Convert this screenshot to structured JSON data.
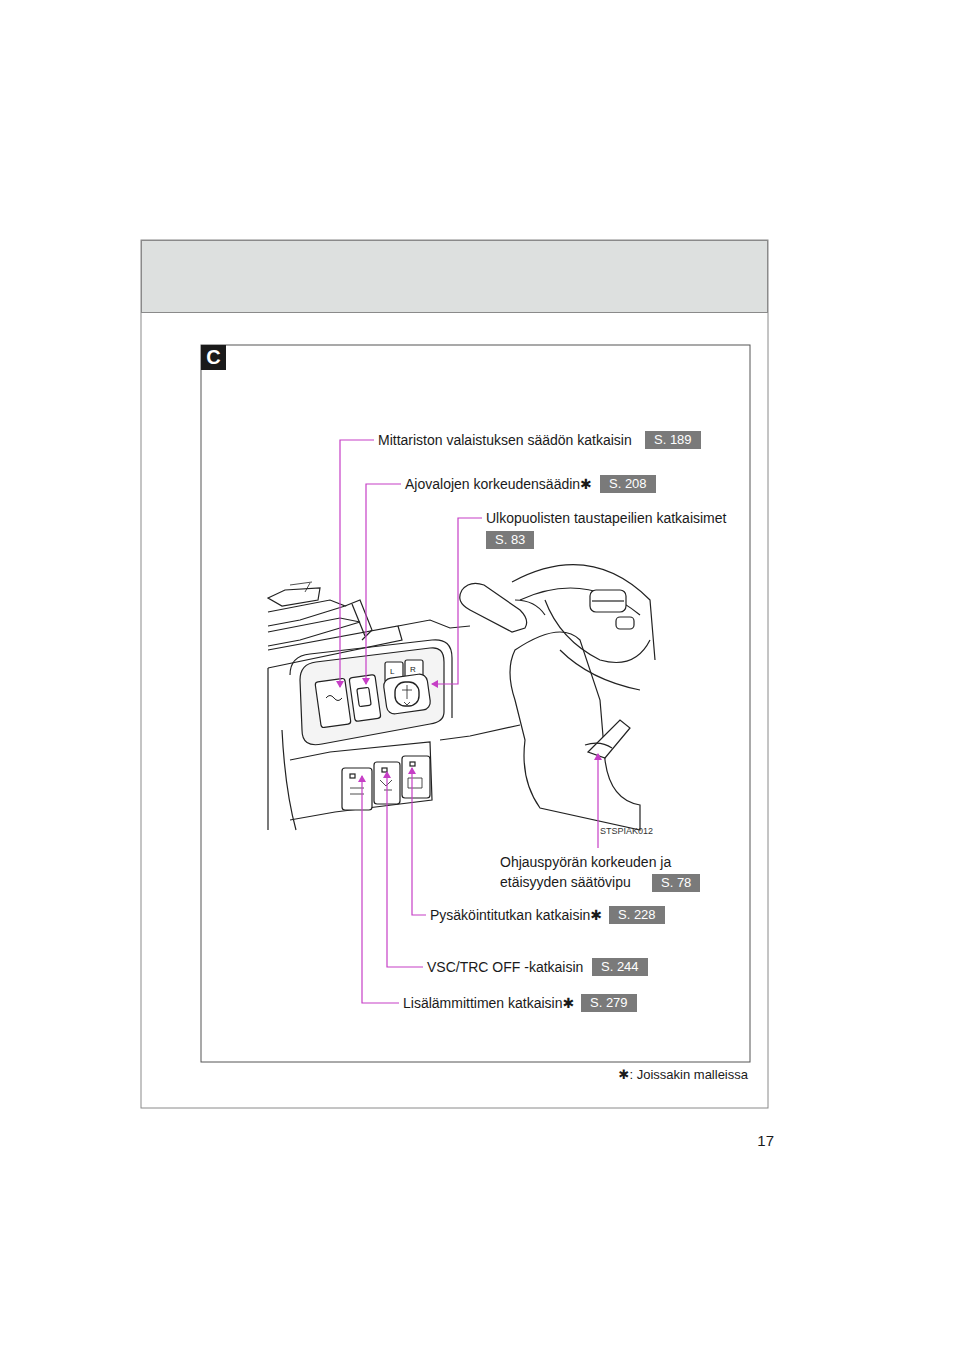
{
  "diagram": {
    "labels": [
      "C",
      "Mittariston valaistuksen säädön katkaisin",
      "S. 189",
      "Ajovalojen korkeudensäädin✱",
      "S. 208",
      "Ulkopuolisten taustapeilien katkaisimet",
      "S. 83",
      "L",
      "R",
      "STSPIAK012",
      "Ohjauspyörän korkeuden ja etäisyyden säätövipu",
      "S. 78",
      "Pysäköintitutkan katkaisin✱",
      "S. 228",
      "VSC/TRC OFF -katkaisin",
      "S. 244",
      "Lisälämmittimen katkaisin✱",
      "S. 279",
      "✱: Joissakin malleissa",
      "17"
    ]
  }
}
